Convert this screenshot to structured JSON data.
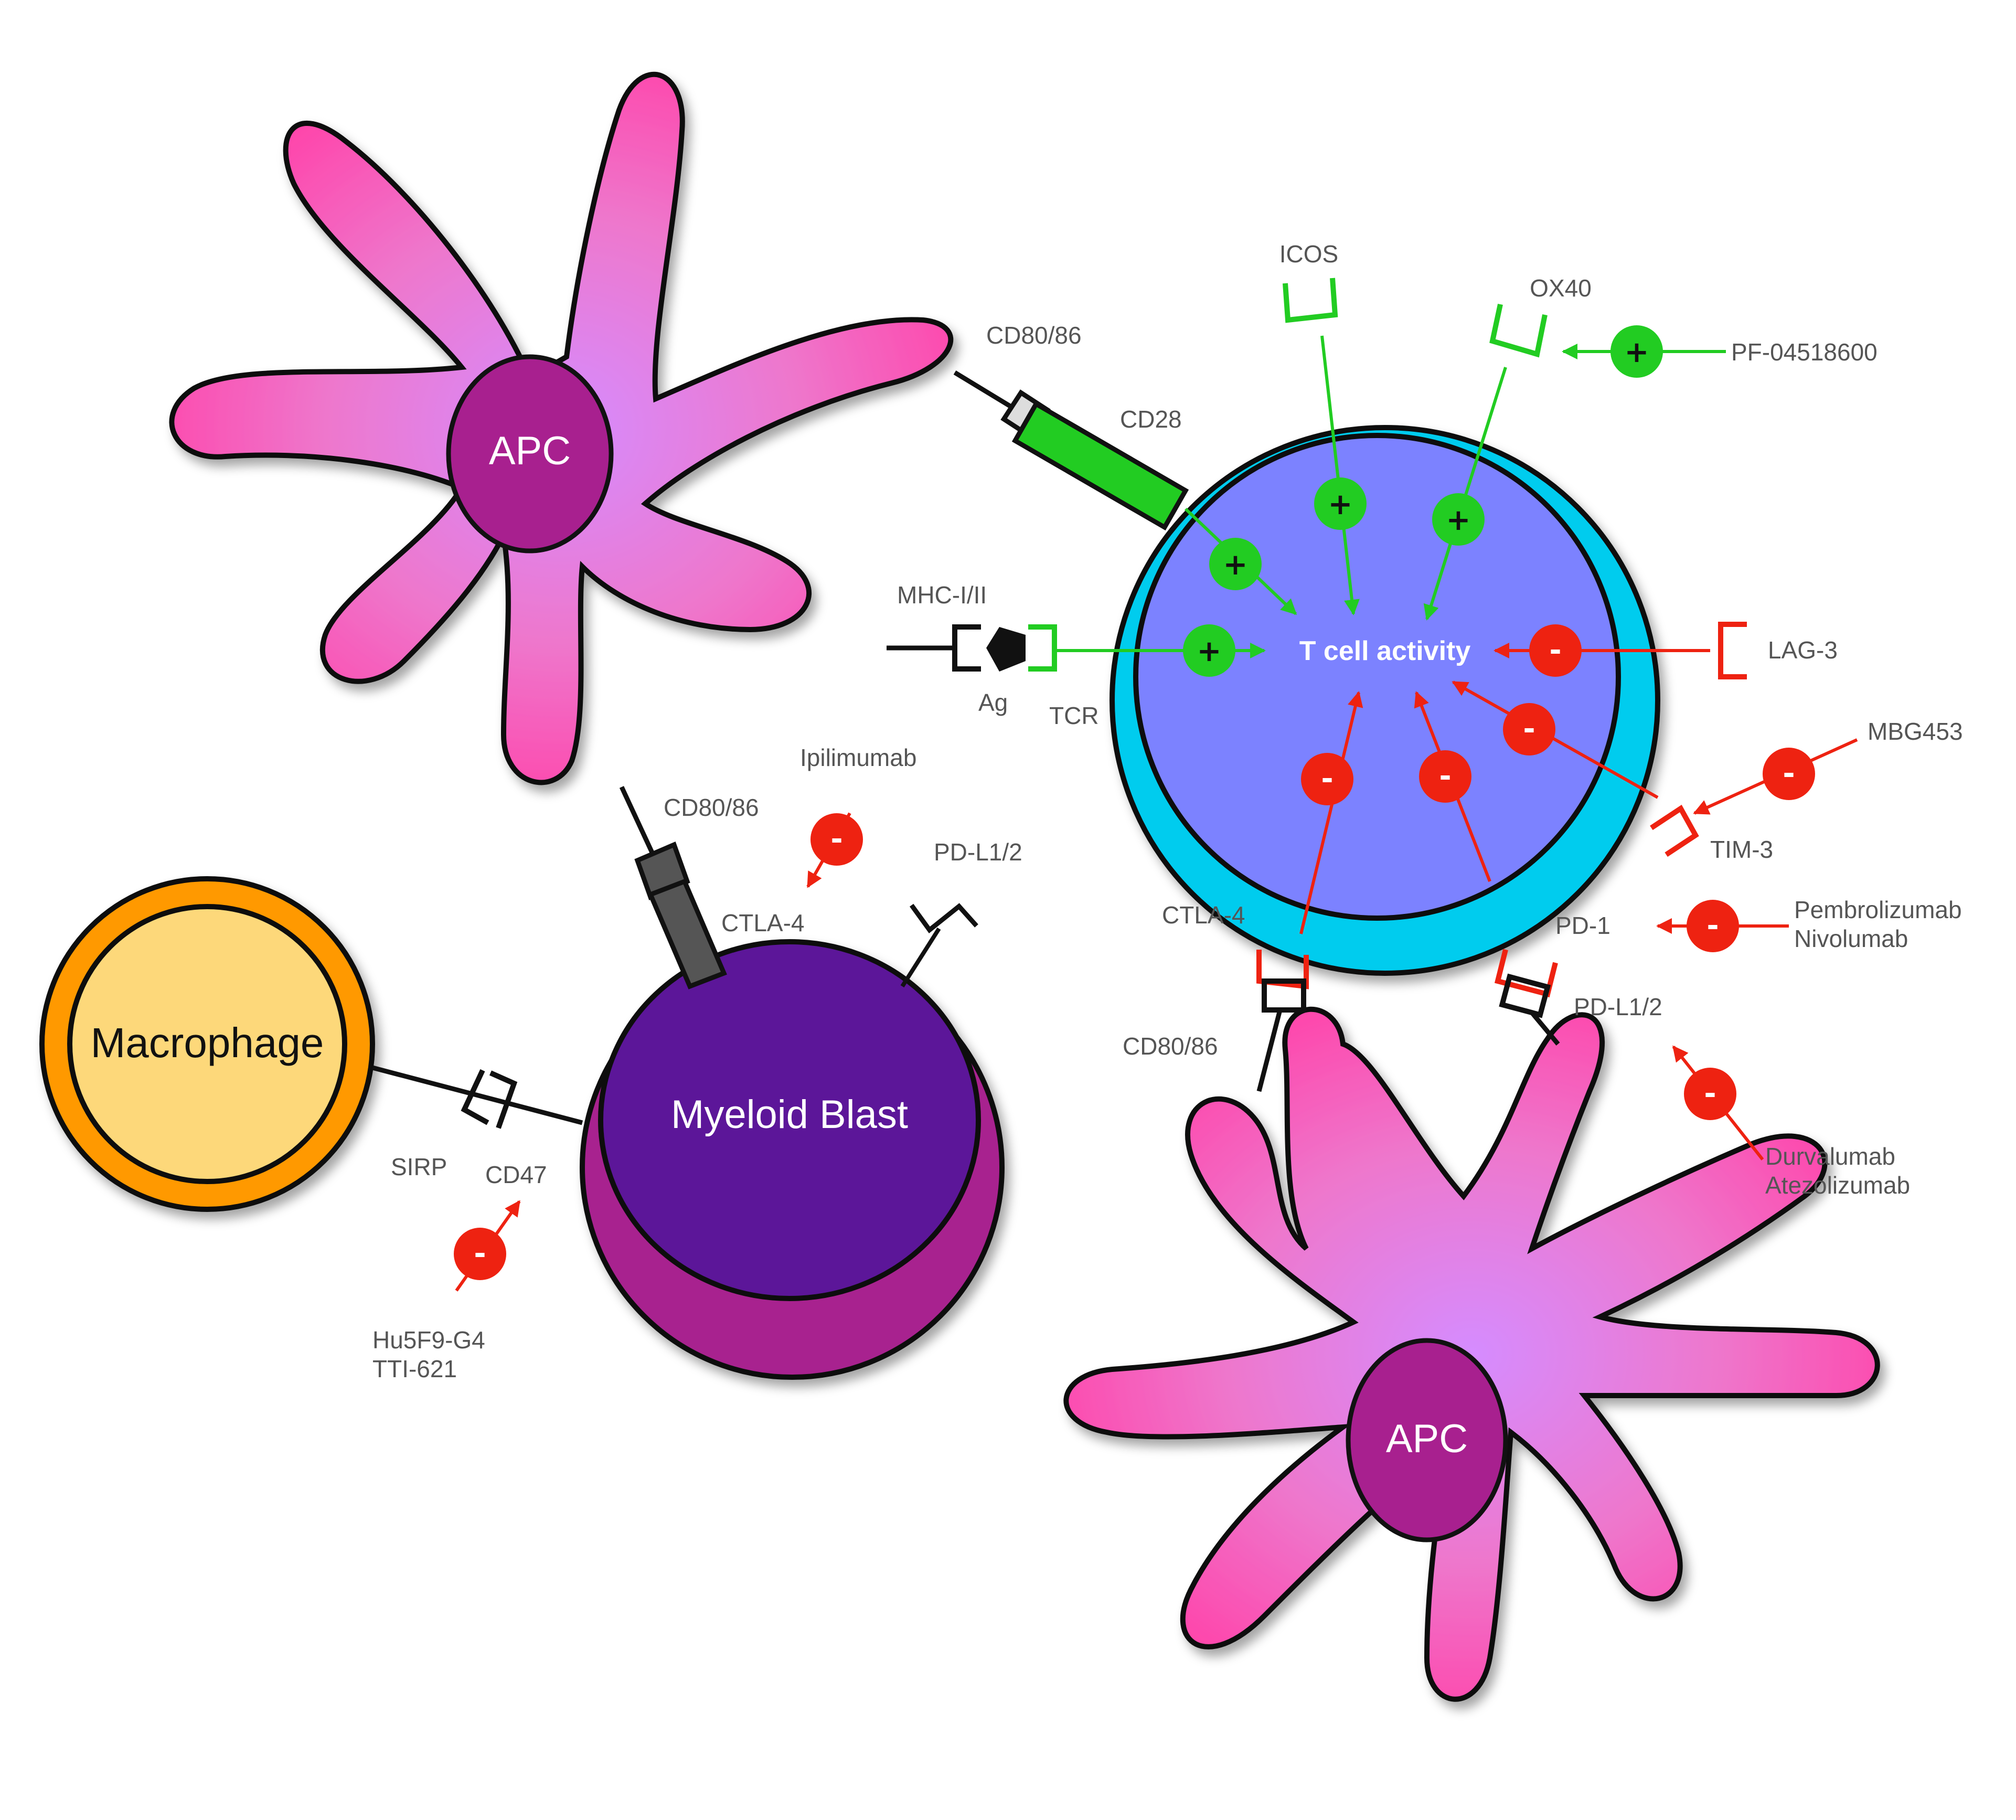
{
  "cells": {
    "apc_top": "APC",
    "apc_bottom": "APC",
    "t_cell": "T cell activity",
    "macrophage": "Macrophage",
    "myeloid_blast": "Myeloid Blast"
  },
  "receptors": {
    "icos": "ICOS",
    "ox40": "OX40",
    "cd80_86_top": "CD80/86",
    "cd28": "CD28",
    "mhc": "MHC-I/II",
    "ag": "Ag",
    "tcr": "TCR",
    "lag3": "LAG-3",
    "tim3": "TIM-3",
    "ctla4_t": "CTLA-4",
    "pd1": "PD-1",
    "pdl12_apc": "PD-L1/2",
    "cd80_86_apc": "CD80/86",
    "cd80_86_blast": "CD80/86",
    "ctla4_blast": "CTLA-4",
    "pdl12_blast": "PD-L1/2",
    "sirp": "SIRP",
    "cd47": "CD47"
  },
  "drugs": {
    "pf": "PF-04518600",
    "mbg": "MBG453",
    "pembro": "Pembrolizumab",
    "nivo": "Nivolumab",
    "durva": "Durvalumab",
    "atezo": "Atezolizumab",
    "ipi": "Ipilimumab",
    "hu5f9": "Hu5F9-G4",
    "tti": "TTI-621"
  },
  "signs": {
    "plus": "+",
    "minus": "-"
  },
  "colors": {
    "stimulatory": "#22cc22",
    "inhibitory": "#ee2211",
    "apc": "#ee55bb",
    "t_cell": "#7b82ff",
    "t_cell_membrane": "#00ccee",
    "myeloid_blast": "#5c1899",
    "macrophage": "#fdd87a",
    "macrophage_rim": "#ff9900"
  }
}
